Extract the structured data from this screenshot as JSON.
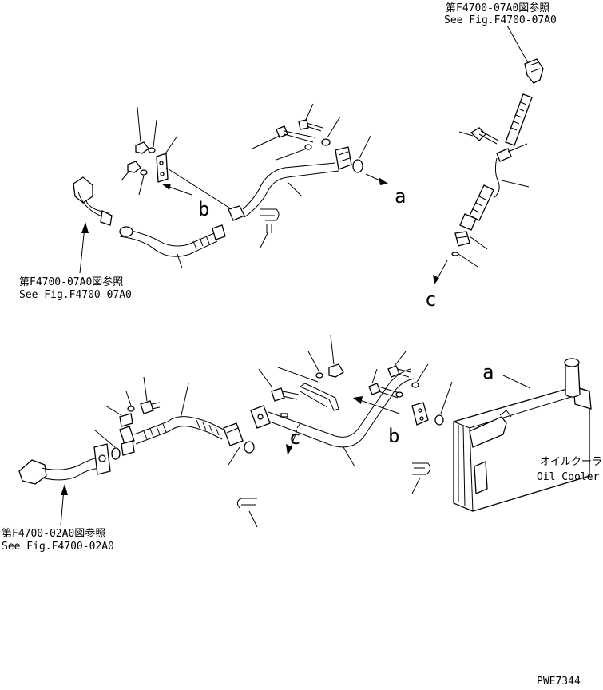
{
  "references": {
    "top_right": {
      "jp": "第F4700-07A0図参照",
      "en": "See Fig.F4700-07A0"
    },
    "top_left": {
      "jp": "第F4700-07A0図参照",
      "en": "See Fig.F4700-07A0"
    },
    "bottom_left": {
      "jp": "第F4700-02A0図参照",
      "en": "See Fig.F4700-02A0"
    }
  },
  "callouts": {
    "a_top": "a",
    "b_top": "b",
    "c_top": "c",
    "a_bottom": "a",
    "b_bottom": "b",
    "c_bottom": "c"
  },
  "oil_cooler": {
    "jp": "オイルクーラ",
    "en": "Oil Cooler"
  },
  "drawing_id": "PWE7344"
}
